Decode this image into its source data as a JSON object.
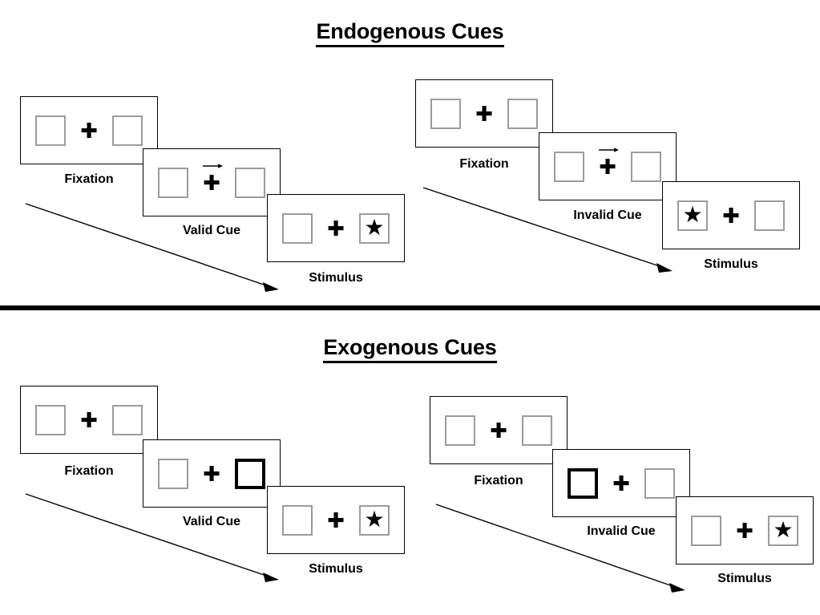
{
  "figure": {
    "title_endogenous": "Endogenous Cues",
    "title_exogenous": "Exogenous Cues",
    "colors": {
      "stroke": "#000000",
      "box_outline": "#9b9b9b",
      "background": "#ffffff"
    }
  },
  "sections": [
    {
      "id": "endogenous",
      "title": "Endogenous Cues",
      "columns": [
        {
          "id": "endogenous-valid",
          "panels": [
            {
              "id": "endo-valid-fixation",
              "caption": "Fixation",
              "left_box": "empty",
              "right_box": "empty",
              "center": "plus",
              "cue": "none"
            },
            {
              "id": "endo-valid-cue",
              "caption": "Valid Cue",
              "left_box": "empty",
              "right_box": "empty",
              "center": "plus",
              "cue": "arrow-right"
            },
            {
              "id": "endo-valid-stimulus",
              "caption": "Stimulus",
              "left_box": "empty",
              "right_box": "star",
              "center": "plus",
              "cue": "none"
            }
          ]
        },
        {
          "id": "endogenous-invalid",
          "panels": [
            {
              "id": "endo-invalid-fixation",
              "caption": "Fixation",
              "left_box": "empty",
              "right_box": "empty",
              "center": "plus",
              "cue": "none"
            },
            {
              "id": "endo-invalid-cue",
              "caption": "Invalid Cue",
              "left_box": "empty",
              "right_box": "empty",
              "center": "plus",
              "cue": "arrow-right"
            },
            {
              "id": "endo-invalid-stimulus",
              "caption": "Stimulus",
              "left_box": "star",
              "right_box": "empty",
              "center": "plus",
              "cue": "none"
            }
          ]
        }
      ]
    },
    {
      "id": "exogenous",
      "title": "Exogenous Cues",
      "columns": [
        {
          "id": "exogenous-valid",
          "panels": [
            {
              "id": "exo-valid-fixation",
              "caption": "Fixation",
              "left_box": "empty",
              "right_box": "empty",
              "center": "plus",
              "cue": "none"
            },
            {
              "id": "exo-valid-cue",
              "caption": "Valid Cue",
              "left_box": "empty",
              "right_box": "highlighted",
              "center": "plus",
              "cue": "none"
            },
            {
              "id": "exo-valid-stimulus",
              "caption": "Stimulus",
              "left_box": "empty",
              "right_box": "star",
              "center": "plus",
              "cue": "none"
            }
          ]
        },
        {
          "id": "exogenous-invalid",
          "panels": [
            {
              "id": "exo-invalid-fixation",
              "caption": "Fixation",
              "left_box": "empty",
              "right_box": "empty",
              "center": "plus",
              "cue": "none"
            },
            {
              "id": "exo-invalid-cue",
              "caption": "Invalid Cue",
              "left_box": "highlighted",
              "right_box": "empty",
              "center": "plus",
              "cue": "none"
            },
            {
              "id": "exo-invalid-stimulus",
              "caption": "Stimulus",
              "left_box": "empty",
              "right_box": "star",
              "center": "plus",
              "cue": "none"
            }
          ]
        }
      ]
    }
  ],
  "glyphs": {
    "plus": "✚",
    "star": "★"
  },
  "captions": {
    "fixation": "Fixation",
    "valid_cue": "Valid Cue",
    "invalid_cue": "Invalid Cue",
    "stimulus": "Stimulus"
  }
}
